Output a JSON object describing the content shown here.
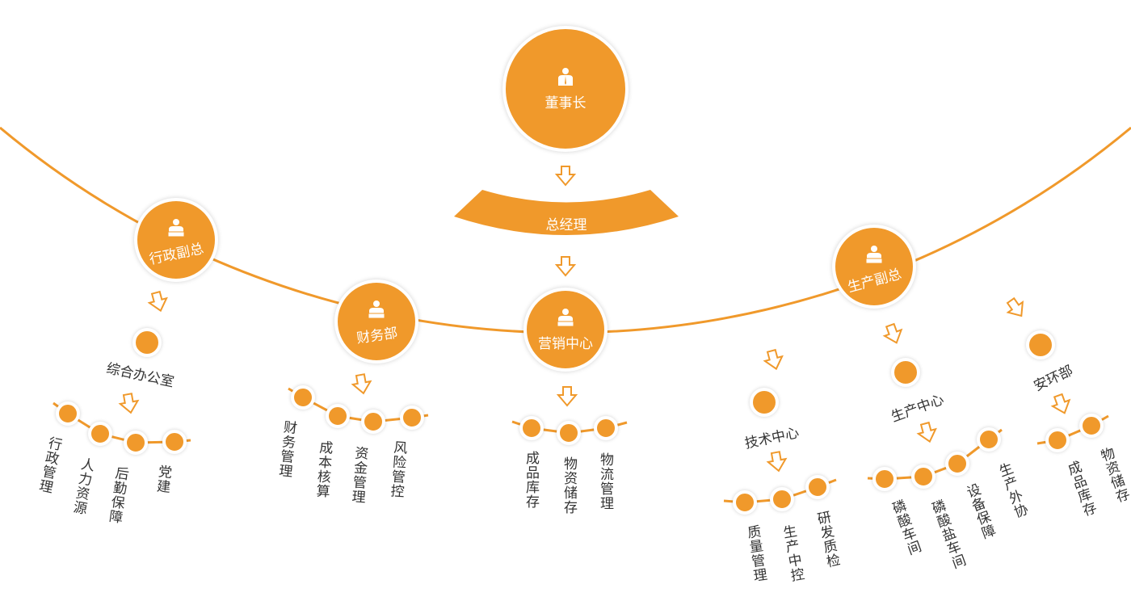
{
  "colors": {
    "accent": "#F0992B",
    "text": "#333333"
  },
  "top": {
    "chairman": "董事长",
    "general_manager": "总经理"
  },
  "branches": [
    {
      "label": "行政副总",
      "icon": "person-icon"
    },
    {
      "label": "财务部",
      "icon": "person-desk-icon"
    },
    {
      "label": "营销中心",
      "icon": "person-book-icon"
    },
    {
      "label": "生产副总",
      "icon": "person-desk-icon"
    }
  ],
  "departments": [
    {
      "label": "综合办公室",
      "children": [
        "行政管理",
        "人力资源",
        "后勤保障",
        "党建"
      ]
    },
    {
      "label": "财务部",
      "children": [
        "财务管理",
        "成本核算",
        "资金管理",
        "风险管控"
      ]
    },
    {
      "label": "营销中心",
      "children": [
        "成品库存",
        "物资储存",
        "物流管理"
      ]
    },
    {
      "label": "技术中心",
      "children": [
        "质量管理",
        "生产中控",
        "研发质检"
      ]
    },
    {
      "label": "生产中心",
      "children": [
        "磷酸车间",
        "磷酸盐车间",
        "设备保障",
        "生产外协"
      ]
    },
    {
      "label": "安环部",
      "children": [
        "成品库存",
        "物资储存"
      ]
    }
  ]
}
